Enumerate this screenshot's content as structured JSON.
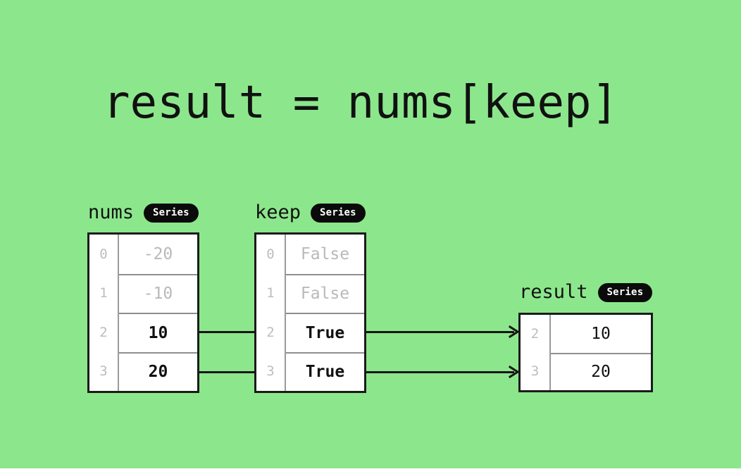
{
  "background_color": "#8ce78c",
  "title": "result = nums[keep]",
  "badge_label": "Series",
  "tables": [
    {
      "name": "nums",
      "badge": "Series",
      "rows": [
        {
          "index": "0",
          "value": "-20",
          "state": "muted"
        },
        {
          "index": "1",
          "value": "-10",
          "state": "muted"
        },
        {
          "index": "2",
          "value": "10",
          "state": "active"
        },
        {
          "index": "3",
          "value": "20",
          "state": "active"
        }
      ]
    },
    {
      "name": "keep",
      "badge": "Series",
      "rows": [
        {
          "index": "0",
          "value": "False",
          "state": "muted"
        },
        {
          "index": "1",
          "value": "False",
          "state": "muted"
        },
        {
          "index": "2",
          "value": "True",
          "state": "active"
        },
        {
          "index": "3",
          "value": "True",
          "state": "active"
        }
      ]
    },
    {
      "name": "result",
      "badge": "Series",
      "rows": [
        {
          "index": "2",
          "value": "10",
          "state": "plain"
        },
        {
          "index": "3",
          "value": "20",
          "state": "plain"
        }
      ]
    }
  ],
  "connectors": [
    {
      "name": "nums-row2-to-keep-row2"
    },
    {
      "name": "nums-row3-to-keep-row3"
    },
    {
      "name": "keep-row2-to-result-row2"
    },
    {
      "name": "keep-row3-to-result-row3"
    }
  ],
  "colors": {
    "background": "#8ce78c",
    "table_border": "#1b1b1b",
    "cell_divider": "#8f8f8f",
    "index_text": "#bdbdbd",
    "muted_text": "#b9b9b9",
    "active_text": "#111111",
    "badge_background": "#0a0a0a",
    "badge_text": "#ffffff",
    "connector": "#161616"
  }
}
